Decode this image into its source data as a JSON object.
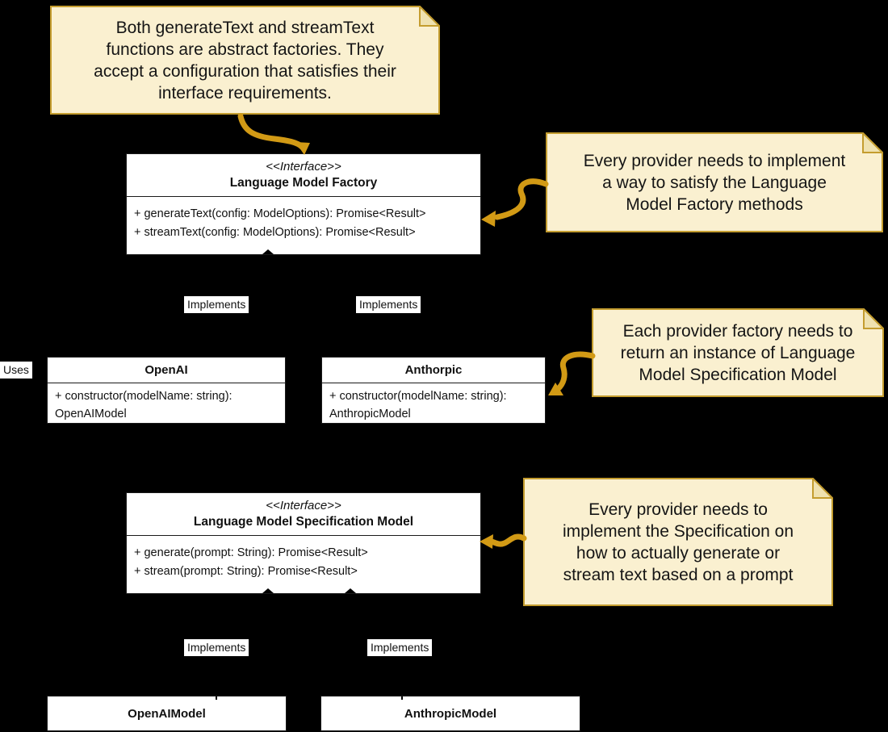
{
  "colors": {
    "background": "#000000",
    "note_fill": "#FAF0D0",
    "note_border": "#C49D2F",
    "note_fold": "#EFE2B0",
    "arrow": "#D29A15",
    "box_fill": "#FFFFFF",
    "box_border": "#1A1A1A"
  },
  "notes": [
    {
      "id": "note-abstract-factories",
      "lines": [
        "Both generateText and streamText",
        "functions are abstract factories. They",
        "accept a configuration that satisfies their",
        "interface requirements."
      ]
    },
    {
      "id": "note-provider-implement-factory",
      "lines": [
        "Every provider needs to implement",
        "a way to satisfy the Language",
        "Model Factory methods"
      ]
    },
    {
      "id": "note-factory-returns-spec",
      "lines": [
        "Each provider factory needs to",
        "return an instance of Language",
        "Model Specification Model"
      ]
    },
    {
      "id": "note-provider-implement-spec",
      "lines": [
        "Every provider needs to",
        "implement the Specification on",
        "how to actually generate or",
        "stream text based on a prompt"
      ]
    }
  ],
  "factory_interface": {
    "stereotype": "<<Interface>>",
    "name": "Language Model Factory",
    "methods": [
      "+ generateText(config: ModelOptions): Promise<Result>",
      "+ streamText(config: ModelOptions): Promise<Result>"
    ]
  },
  "spec_interface": {
    "stereotype": "<<Interface>>",
    "name": "Language Model Specification Model",
    "methods": [
      "+ generate(prompt: String): Promise<Result>",
      "+ stream(prompt: String): Promise<Result>"
    ]
  },
  "classes": {
    "openai": {
      "name": "OpenAI",
      "method_lines": [
        "+ constructor(modelName: string):",
        "OpenAIModel"
      ]
    },
    "anthropic": {
      "name": "Anthorpic",
      "method_lines": [
        "+ constructor(modelName: string):",
        "AnthropicModel"
      ]
    },
    "openai_model": {
      "name": "OpenAIModel"
    },
    "anthropic_model": {
      "name": "AnthropicModel"
    }
  },
  "edge_labels": {
    "implements": "Implements",
    "uses": "Uses"
  }
}
